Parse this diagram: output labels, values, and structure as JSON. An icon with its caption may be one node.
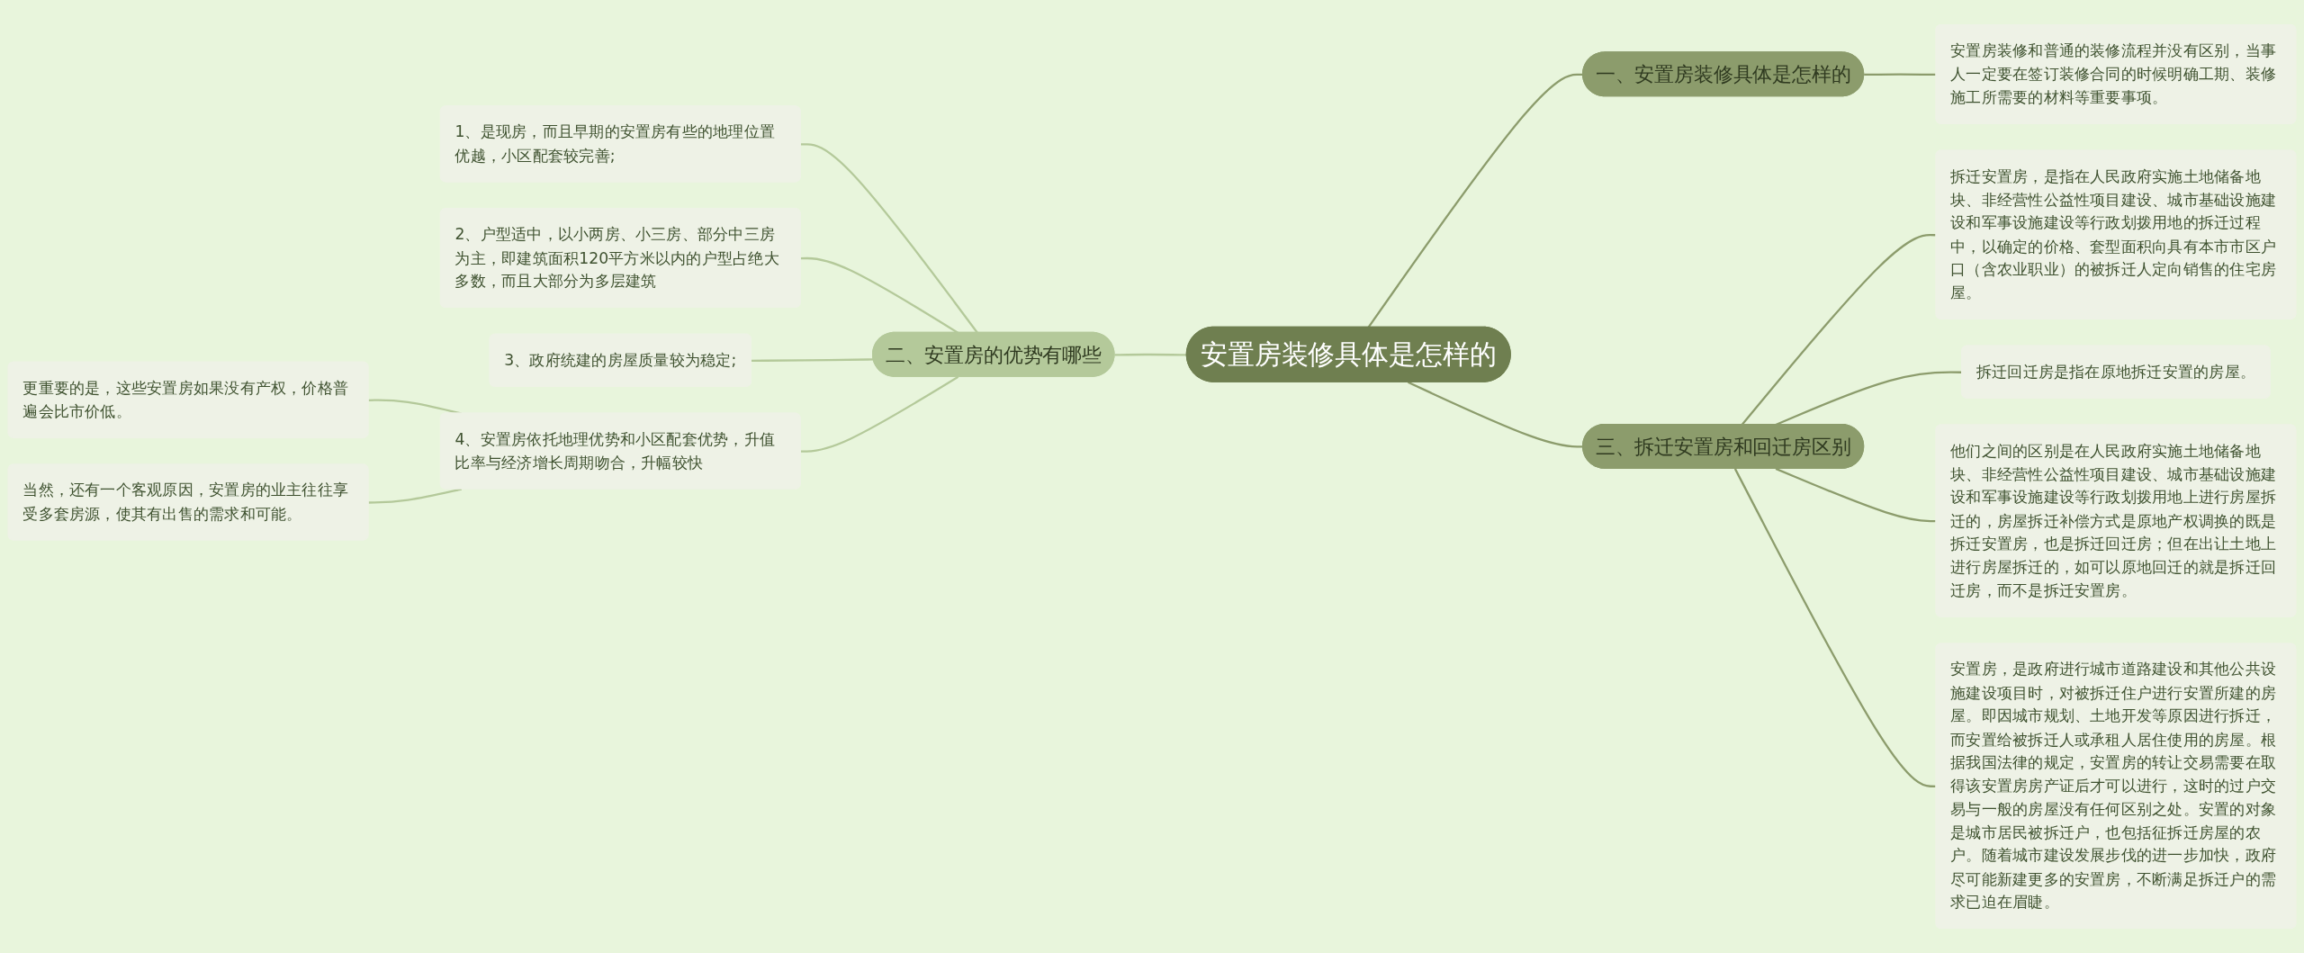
{
  "diagram": {
    "nodes": [
      {
        "text": [
          "安置房装修具体是怎样的"
        ]
      },
      {
        "text": [
          "一、安置房装修具体是怎样的"
        ]
      },
      {
        "text": [
          "安置房装修和普通的装修流程并没有区别，当事人一定要在签订装修合同的时候明确工期、装修施工所需要的材料等重要事项。"
        ]
      },
      {
        "text": [
          "二、安置房的优势有哪些"
        ]
      },
      {
        "text": [
          "1、是现房，而且早期的安置房有些的地理位置优越，小区配套较完善;"
        ]
      },
      {
        "text": [
          "2、户型适中，以小两房、小三房、部分中三房为主，即建筑面积120平方米以内的户型占绝大多数，而且大部分为多层建筑"
        ]
      },
      {
        "text": [
          "3、政府统建的房屋质量较为稳定;"
        ]
      },
      {
        "text": [
          "4、安置房依托地理优势和小区配套优势，升值比率与经济增长周期吻合，升幅较快"
        ]
      },
      {
        "text": [
          "更重要的是，这些安置房如果没有产权，价格普遍会比市价低。"
        ]
      },
      {
        "text": [
          "当然，还有一个客观原因，安置房的业主往往享受多套房源，使其有出售的需求和可能。"
        ]
      },
      {
        "text": [
          "三、拆迁安置房和回迁房区别"
        ]
      },
      {
        "text": [
          "拆迁安置房，是指在人民政府实施土地储备地块、非经营性公益性项目建设、城市基础设施建设和军事设施建设等行政划拨用地的拆迁过程中，以确定的价格、套型面积向具有本市市区户口（含农业职业）的被拆迁人定向销售的住宅房屋。"
        ]
      },
      {
        "text": [
          "拆迁回迁房是指在原地拆迁安置的房屋。"
        ]
      },
      {
        "text": [
          "他们之间的区别是在人民政府实施土地储备地块、非经营性公益性项目建设、城市基础设施建设和军事设施建设等行政划拨用地上进行房屋拆迁的，房屋拆迁补偿方式是原地产权调换的既是拆迁安置房，也是拆迁回迁房；但在出让土地上进行房屋拆迁的，如可以原地回迁的就是拆迁回迁房，而不是拆迁安置房。"
        ]
      },
      {
        "text": [
          "安置房，是政府进行城市道路建设和其他公共设施建设项目时，对被拆迁住户进行安置所建的房屋。即因城市规划、土地开发等原因进行拆迁，而安置给被拆迁人或承租人居住使用的房屋。根据我国法律的规定，安置房的转让交易需要在取得该安置房房产证后才可以进行，这时的过户交易与一般的房屋没有任何区别之处。安置的对象是城市居民被拆迁户，也包括征拆迁房屋的农户。随着城市建设发展步伐的进一步加快，政府尽可能新建更多的安置房，不断满足拆迁户的需求已迫在眉睫。"
        ]
      }
    ],
    "edges": [
      {
        "from": 0,
        "to": 1,
        "arrow": "none"
      },
      {
        "from": 1,
        "to": 2,
        "arrow": "none"
      },
      {
        "from": 0,
        "to": 3,
        "arrow": "none",
        "color": "#b4c99a"
      },
      {
        "from": 3,
        "to": 4,
        "arrow": "none",
        "color": "#b4c99a"
      },
      {
        "from": 3,
        "to": 5,
        "arrow": "none",
        "color": "#b4c99a"
      },
      {
        "from": 3,
        "to": 6,
        "arrow": "none",
        "color": "#b4c99a"
      },
      {
        "from": 3,
        "to": 7,
        "arrow": "none",
        "color": "#b4c99a"
      },
      {
        "from": 7,
        "to": 8,
        "arrow": "none",
        "color": "#b4c99a"
      },
      {
        "from": 7,
        "to": 9,
        "arrow": "none",
        "color": "#b4c99a"
      },
      {
        "from": 0,
        "to": 10,
        "arrow": "none"
      },
      {
        "from": 10,
        "to": 11,
        "arrow": "none"
      },
      {
        "from": 10,
        "to": 12,
        "arrow": "none"
      },
      {
        "from": 10,
        "to": 13,
        "arrow": "none"
      },
      {
        "from": 10,
        "to": 14,
        "arrow": "none"
      }
    ]
  }
}
